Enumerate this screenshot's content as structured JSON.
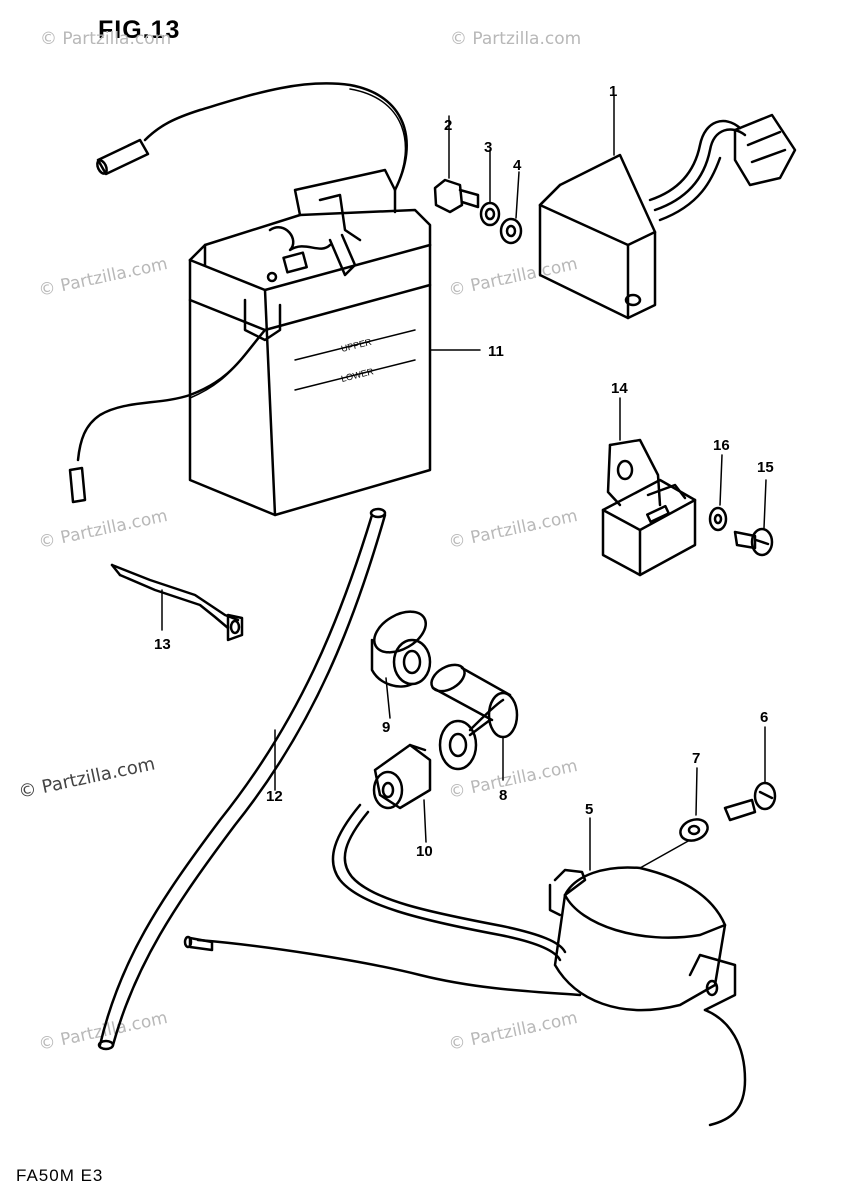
{
  "figure": {
    "title": "FIG.13",
    "model_code": "FA50M E3"
  },
  "watermark": {
    "text": "© Partzilla.com"
  },
  "battery_markings": {
    "upper": "UPPER",
    "lower": "LOWER"
  },
  "callouts": {
    "c1": "1",
    "c2": "2",
    "c3": "3",
    "c4": "4",
    "c5": "5",
    "c6": "6",
    "c7": "7",
    "c8": "8",
    "c9": "9",
    "c10": "10",
    "c11": "11",
    "c12": "12",
    "c13": "13",
    "c14": "14",
    "c15": "15",
    "c16": "16"
  },
  "colors": {
    "line": "#000000",
    "watermark": "#b8b8b8",
    "background": "#ffffff"
  }
}
